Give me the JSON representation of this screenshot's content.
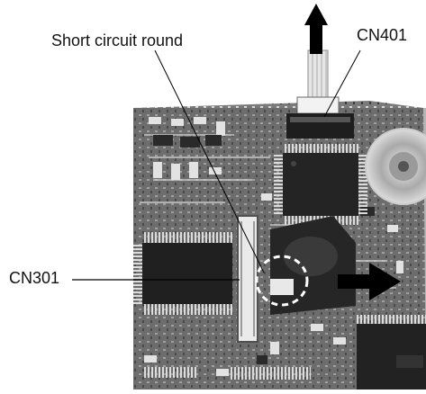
{
  "labels": {
    "short_circuit": "Short circuit round",
    "cn401": "CN401",
    "cn301": "CN301"
  },
  "colors": {
    "board": "#6f6f6f",
    "chip": "#242424",
    "arrow": "#000000",
    "background": "#ffffff"
  }
}
